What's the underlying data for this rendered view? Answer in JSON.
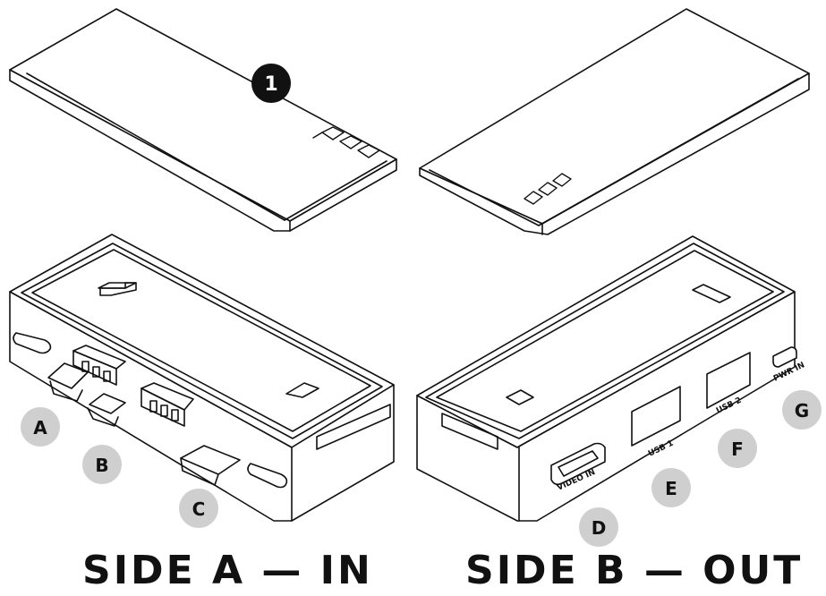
{
  "callout": {
    "number": "1"
  },
  "labels": {
    "A": "A",
    "B": "B",
    "C": "C",
    "D": "D",
    "E": "E",
    "F": "F",
    "G": "G"
  },
  "ports": {
    "video_in": "VIDEO IN",
    "usb1": "USB 1",
    "usb2": "USB 2",
    "pwr_in": "PWR IN"
  },
  "titles": {
    "side_a": "SIDE A — IN",
    "side_b": "SIDE B — OUT"
  },
  "colors": {
    "stroke": "#111111",
    "badge": "#cfcfcf",
    "badge_text": "#111111",
    "callout_fill": "#111111"
  }
}
